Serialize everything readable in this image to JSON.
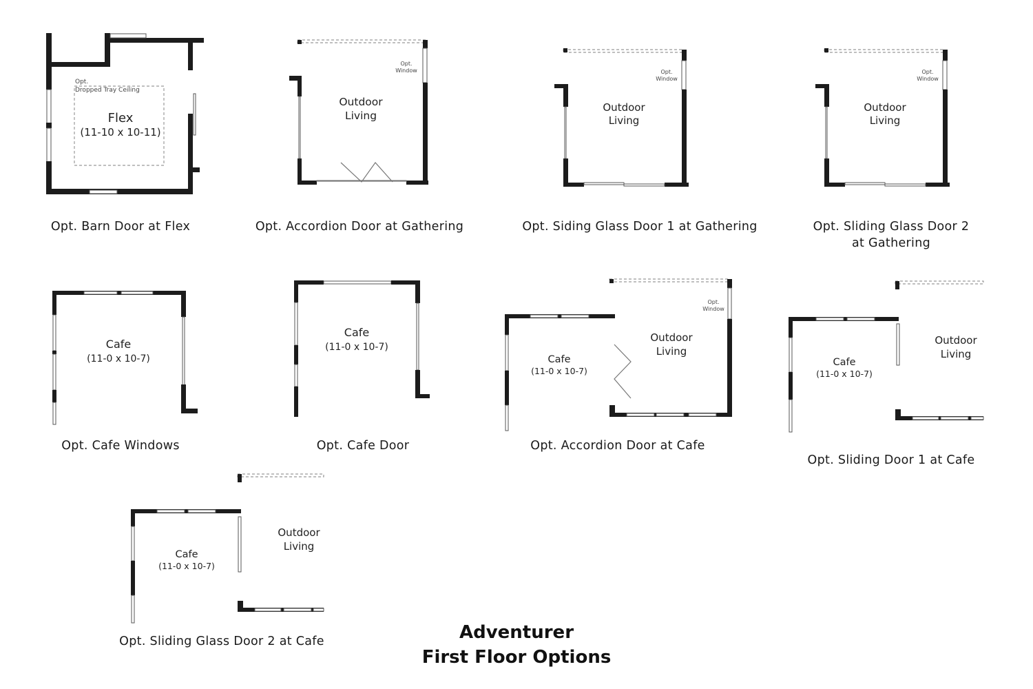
{
  "title": {
    "line1": "Adventurer",
    "line2": "First Floor Options"
  },
  "options": [
    {
      "label": "Opt. Barn Door at Flex",
      "room": "Flex",
      "dims": "(11-10 x 10-11)",
      "note1": "Opt.",
      "note2": "Dropped Tray Ceiling"
    },
    {
      "label": "Opt. Accordion Door at Gathering",
      "room1": "Outdoor",
      "room2": "Living",
      "win1": "Opt.",
      "win2": "Window"
    },
    {
      "label": "Opt. Siding Glass Door 1 at Gathering",
      "room1": "Outdoor",
      "room2": "Living",
      "win1": "Opt.",
      "win2": "Window"
    },
    {
      "label1": "Opt. Sliding Glass Door 2",
      "label2": "at Gathering",
      "room1": "Outdoor",
      "room2": "Living",
      "win1": "Opt.",
      "win2": "Window"
    },
    {
      "label": "Opt. Cafe Windows",
      "room": "Cafe",
      "dims": "(11-0 x 10-7)"
    },
    {
      "label": "Opt. Cafe Door",
      "room": "Cafe",
      "dims": "(11-0 x 10-7)"
    },
    {
      "label": "Opt. Accordion Door at Cafe",
      "room": "Cafe",
      "dims": "(11-0 x 10-7)",
      "room1": "Outdoor",
      "room2": "Living",
      "win1": "Opt.",
      "win2": "Window"
    },
    {
      "label": "Opt. Sliding Door 1 at Cafe",
      "room": "Cafe",
      "dims": "(11-0 x 10-7)",
      "room1": "Outdoor",
      "room2": "Living"
    },
    {
      "label": "Opt. Sliding Glass Door 2 at Cafe",
      "room": "Cafe",
      "dims": "(11-0 x 10-7)",
      "room1": "Outdoor",
      "room2": "Living"
    }
  ]
}
